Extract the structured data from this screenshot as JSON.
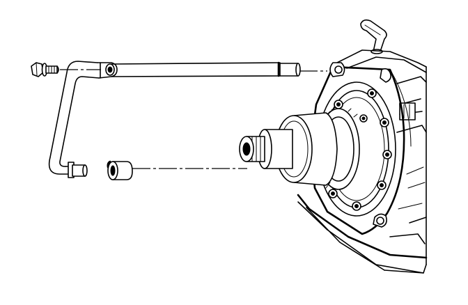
{
  "diagram": {
    "type": "exploded-assembly-line-drawing",
    "parts": [
      {
        "name": "bolt",
        "icon": "bolt-icon"
      },
      {
        "name": "cooler-pipe",
        "icon": "tube-icon"
      },
      {
        "name": "seal",
        "icon": "seal-ring-icon"
      },
      {
        "name": "transmission",
        "icon": "transmission-icon"
      }
    ],
    "colors": {
      "ink": "#000000",
      "paper": "#ffffff"
    }
  }
}
